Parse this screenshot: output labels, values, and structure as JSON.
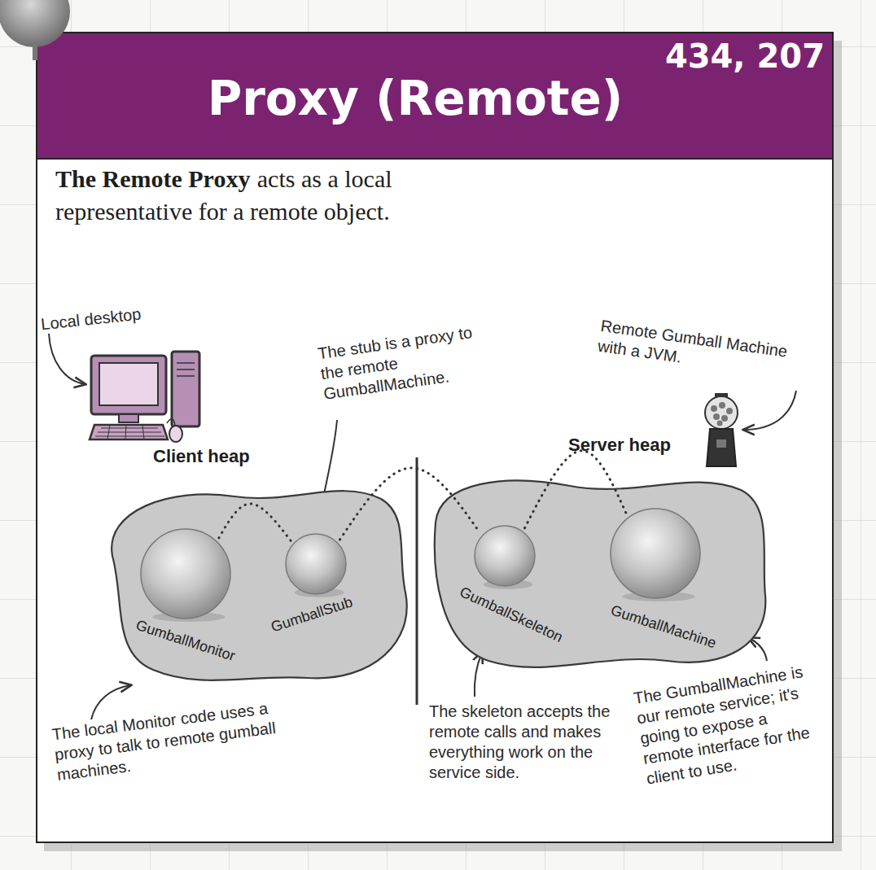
{
  "diagram": {
    "title": "Proxy (Remote)",
    "nodes": [
      {
        "text": [
          "Client heap"
        ]
      },
      {
        "text": [
          "GumballMonitor"
        ],
        "in": 0
      },
      {
        "text": [
          "GumballStub"
        ],
        "in": 0
      },
      {
        "text": [
          "Server heap"
        ]
      },
      {
        "text": [
          "GumballSkeleton"
        ],
        "in": 3
      },
      {
        "text": [
          "GumballMachine"
        ],
        "in": 3
      }
    ],
    "edges": [
      {
        "from": 1,
        "to": 2,
        "arrow": "none"
      },
      {
        "from": 2,
        "to": 4,
        "arrow": "none"
      },
      {
        "from": 4,
        "to": 5,
        "arrow": "none"
      }
    ],
    "labels": [
      "434, 207",
      "The Remote Proxy",
      "acts as a local representative for a remote object.",
      "Local desktop",
      "The stub is a proxy to the remote GumballMachine.",
      "Remote Gumball Machine with a JVM.",
      "The local Monitor code uses a proxy to talk to remote gumball machines.",
      "The skeleton accepts the remote calls and makes everything work on the service side.",
      "The GumballMachine is our remote service; it's going to expose a remote interface for the client to use."
    ]
  }
}
